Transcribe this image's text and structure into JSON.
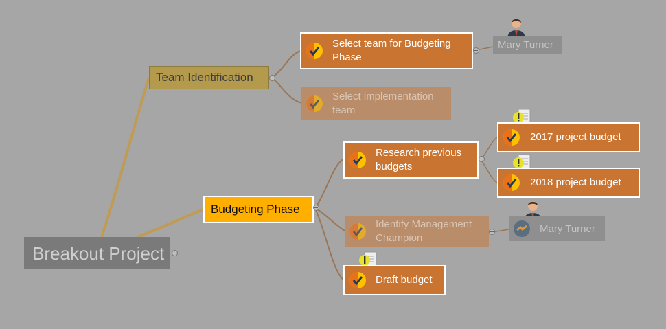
{
  "map": {
    "root": "Breakout Project",
    "team_identification": {
      "label": "Team Identification",
      "tasks": [
        {
          "label": "Select team for Budgeting Phase",
          "resource": "Mary Turner"
        },
        {
          "label": "Select implementation team"
        }
      ]
    },
    "budgeting_phase": {
      "label": "Budgeting Phase",
      "research": {
        "label": "Research previous budgets",
        "children": [
          "2017 project budget",
          "2018 project budget"
        ]
      },
      "identify": {
        "label": "Identify Management Champion",
        "resource": "Mary Turner"
      },
      "draft": {
        "label": "Draft budget"
      }
    }
  },
  "colors": {
    "background": "#a6a6a6",
    "root": "#7a7a7a",
    "team_topic": "#b39a4d",
    "budget_topic": "#ffaf00",
    "task": "#c97431",
    "faded_task": "#b98c6a",
    "connector_main": "#bf9b55",
    "connector_branch": "#9b7655"
  },
  "icons": [
    "task-complete-icon",
    "warning-note-icon",
    "person-resource-icon",
    "collapse-toggle-icon"
  ]
}
